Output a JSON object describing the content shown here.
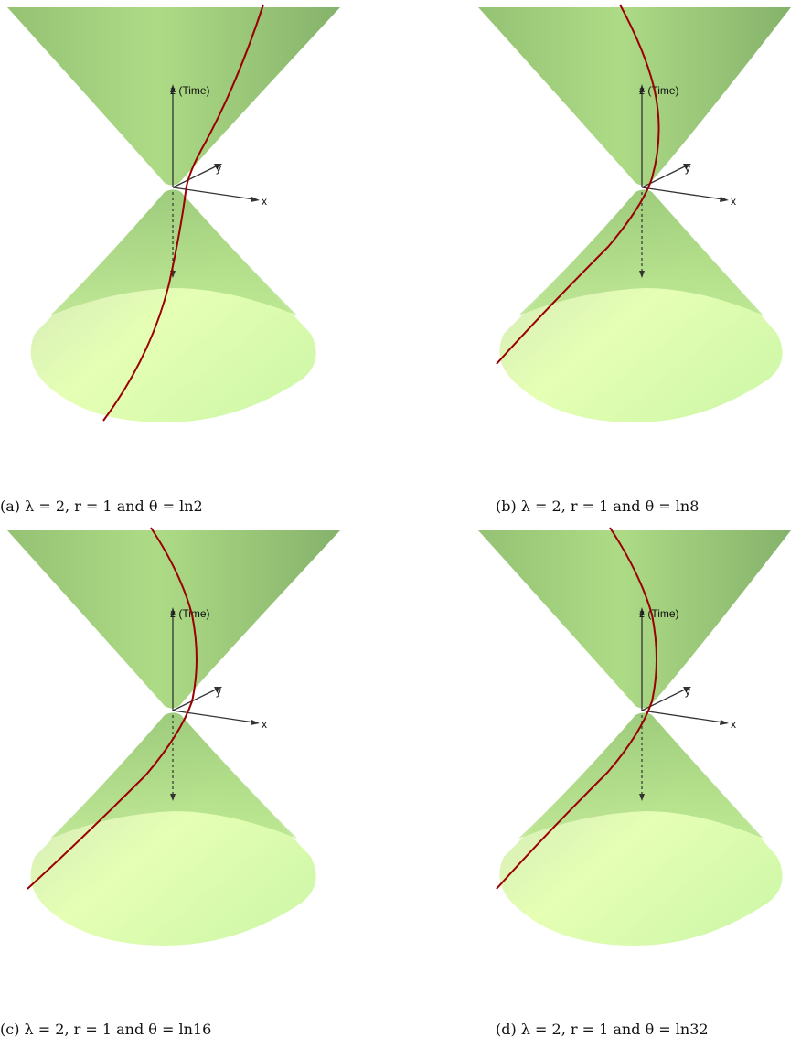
{
  "figure": {
    "panels": [
      {
        "id": "a",
        "caption_label": "(a)",
        "caption_text": "λ = 2, r = 1 and θ = ln2",
        "axis_labels": {
          "z": "z (Time)",
          "x": "x",
          "y": "y"
        }
      },
      {
        "id": "b",
        "caption_label": "(b)",
        "caption_text": "λ = 2, r = 1 and θ = ln8",
        "axis_labels": {
          "z": "z (Time)",
          "x": "x",
          "y": "y"
        }
      },
      {
        "id": "c",
        "caption_label": "(c)",
        "caption_text": "λ = 2, r = 1 and θ = ln16",
        "axis_labels": {
          "z": "z (Time)",
          "x": "x",
          "y": "y"
        }
      },
      {
        "id": "d",
        "caption_label": "(d)",
        "caption_text": "λ = 2, r = 1 and θ = ln32",
        "axis_labels": {
          "z": "z (Time)",
          "x": "x",
          "y": "y"
        }
      }
    ],
    "colors": {
      "surface_light": "#e6ffb3",
      "surface_mid": "#b9e68a",
      "surface_dark": "#7fb866",
      "curve": "#9b0000",
      "axis": "#333333"
    }
  }
}
